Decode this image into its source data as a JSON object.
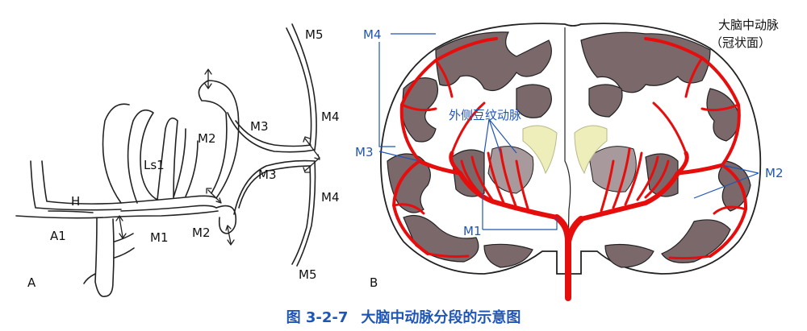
{
  "panel_a": {
    "letter": "A",
    "labels": {
      "h": "H",
      "ls1": "Ls1",
      "a1": "A1",
      "m1": "M1",
      "m2_upper": "M2",
      "m2_lower": "M2",
      "m3_upper": "M3",
      "m3_lower": "M3",
      "m4_upper": "M4",
      "m4_lower": "M4",
      "m5_upper": "M5",
      "m5_lower": "M5"
    }
  },
  "panel_b": {
    "letter": "B",
    "title_line1": "大脑中动脉",
    "title_line2": "（冠状面）",
    "labels": {
      "m4": "M4",
      "m3": "M3",
      "m2": "M2",
      "m1": "M1",
      "lenticulostriate": "外侧豆纹动脉"
    }
  },
  "caption": {
    "number": "图 3-2-7",
    "text": "大脑中动脉分段的示意图"
  },
  "colors": {
    "artery": "#e60d0d",
    "cortex": "#7a686b",
    "ventricle": "#eeeebb",
    "label_blue": "#1f56b5"
  }
}
